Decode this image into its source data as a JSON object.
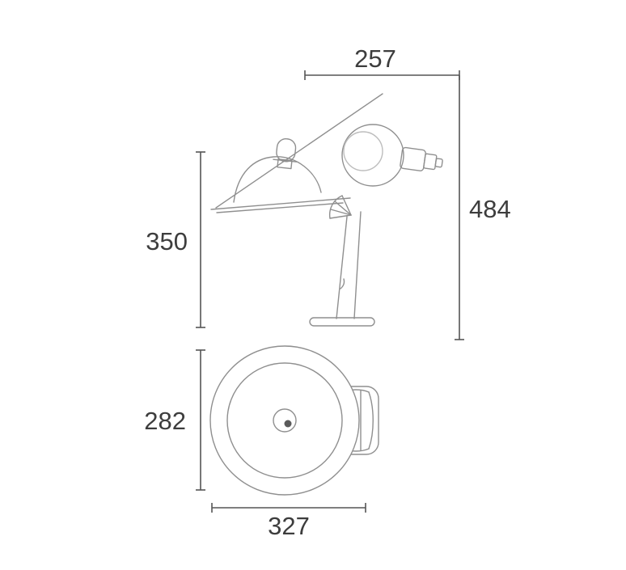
{
  "colors": {
    "background": "#ffffff",
    "drawing_line": "#8f8f8f",
    "dimension_line": "#555555",
    "label_text": "#3d3d3d"
  },
  "side_view": {
    "dim_width_top": "257",
    "dim_height_overall": "484",
    "dim_height_body": "350"
  },
  "top_view": {
    "dim_depth": "282",
    "dim_width": "327"
  }
}
